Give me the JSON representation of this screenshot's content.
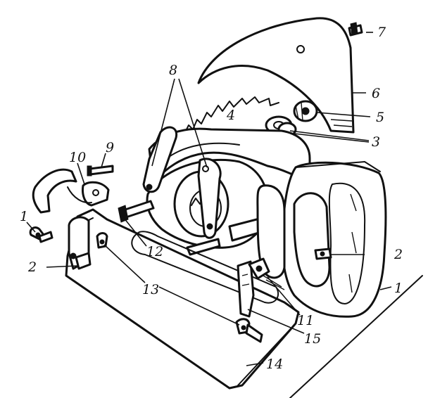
{
  "callouts": [
    {
      "id": "c7",
      "text": "7"
    },
    {
      "id": "c6",
      "text": "6"
    },
    {
      "id": "c5",
      "text": "5"
    },
    {
      "id": "c3",
      "text": "3"
    },
    {
      "id": "c4",
      "text": "4"
    },
    {
      "id": "c8",
      "text": "8"
    },
    {
      "id": "c9",
      "text": "9"
    },
    {
      "id": "c10",
      "text": "10"
    },
    {
      "id": "c1a",
      "text": "1"
    },
    {
      "id": "c2a",
      "text": "2"
    },
    {
      "id": "c12",
      "text": "12"
    },
    {
      "id": "c13",
      "text": "13"
    },
    {
      "id": "c2b",
      "text": "2"
    },
    {
      "id": "c1b",
      "text": "1"
    },
    {
      "id": "c11",
      "text": "11"
    },
    {
      "id": "c15",
      "text": "15"
    },
    {
      "id": "c14",
      "text": "14"
    }
  ]
}
